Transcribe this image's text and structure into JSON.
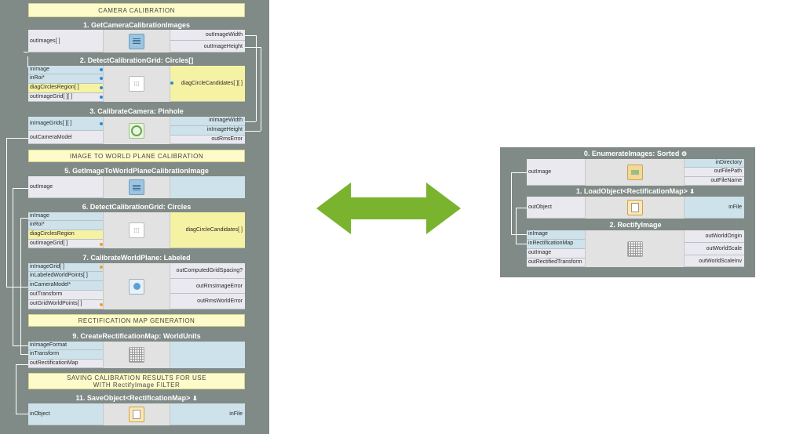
{
  "left": {
    "sec_camera": "CAMERA CALIBRATION",
    "f1": {
      "title": "1. GetCameraCalibrationImages",
      "in": [
        "outImages[ ]"
      ],
      "out": [
        "outImageWidth",
        "outImageHeight"
      ]
    },
    "f2": {
      "title": "2. DetectCalibrationGrid: Circles[]",
      "in": [
        "inImage",
        "inRoi*",
        "diagCirclesRegion[ ]",
        "outImageGrid[ ][ ]"
      ],
      "out": [
        "diagCircleCandidates[ ][ ]"
      ]
    },
    "f3": {
      "title": "3. CalibrateCamera: Pinhole",
      "in": [
        "inImageGrids[ ][ ]",
        "outCameraModel"
      ],
      "out": [
        "inImageWidth",
        "inImageHeight",
        "outRmsError"
      ]
    },
    "sec_world": "IMAGE TO WORLD PLANE CALIBRATION",
    "f5": {
      "title": "5. GetImageToWorldPlaneCalibrationImage",
      "in": [
        "outImage"
      ]
    },
    "f6": {
      "title": "6. DetectCalibrationGrid: Circles",
      "in": [
        "inImage",
        "inRoi*",
        "diagCirclesRegion",
        "outImageGrid[ ]"
      ],
      "out": [
        "diagCircleCandidates[ ]"
      ]
    },
    "f7": {
      "title": "7. CalibrateWorldPlane: Labeled",
      "in": [
        "inImageGrid[ ]",
        "inLabeledWorldPoints[ ]",
        "inCameraModel*",
        "outTransform",
        "outGridWorldPoints[ ]"
      ],
      "out": [
        "outComputedGridSpacing?",
        "outRmsImageError",
        "outRmsWorldError"
      ]
    },
    "sec_rect": "RECTIFICATION MAP GENERATION",
    "f9": {
      "title": "9. CreateRectificationMap: WorldUnits",
      "in": [
        "inImageFormat",
        "inTransform",
        "outRectificationMap"
      ]
    },
    "sec_save": "SAVING CALIBRATION RESULTS FOR USE WITH RectifyImage FILTER",
    "f11": {
      "title": "11. SaveObject<RectificationMap>",
      "in": [
        "inObject"
      ],
      "out": [
        "inFile"
      ]
    }
  },
  "right": {
    "f0": {
      "title": "0. EnumerateImages: Sorted",
      "in": [
        "outImage"
      ],
      "out": [
        "inDirectory",
        "outFilePath",
        "outFileName"
      ]
    },
    "fl1": {
      "title": "1. LoadObject<RectificationMap>",
      "in": [
        "outObject"
      ],
      "out": [
        "inFile"
      ]
    },
    "f2": {
      "title": "2. RectifyImage",
      "in": [
        "inImage",
        "inRectificationMap",
        "outImage",
        "outRectifiedTransform"
      ],
      "out": [
        "outWorldOrigin",
        "outWorldScale",
        "outWorldScaleInv"
      ]
    }
  },
  "colors": {
    "panel": "#808a86",
    "arrow": "#7ab32e",
    "section": "#fdfbc9",
    "input_pin": "#cde2ea",
    "highlight_pin": "#f6f2a4"
  },
  "icons": [
    "list-icon",
    "grid-dots-icon",
    "target-icon",
    "calibration-icon",
    "rectification-grid-icon",
    "file-icon",
    "image-icon",
    "gear-icon",
    "download-icon"
  ]
}
